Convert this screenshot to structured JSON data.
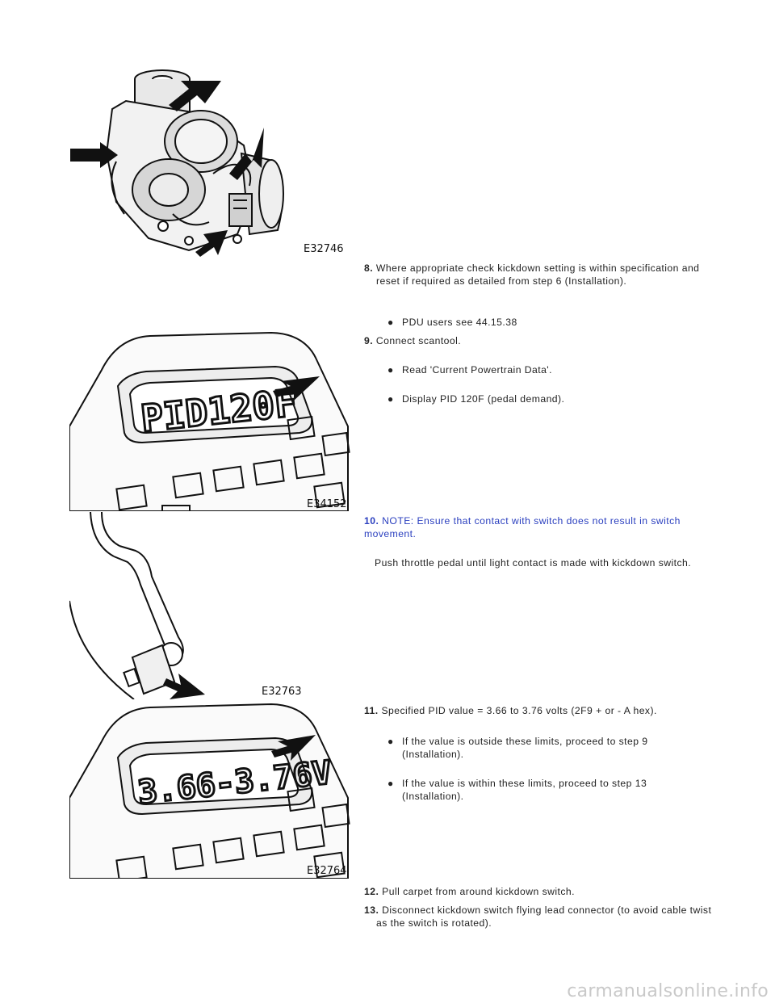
{
  "figures": [
    {
      "label": "E32746",
      "description_icon": "throttle-body-illustration"
    },
    {
      "label": "E34152",
      "display_text": "PID120F",
      "description_icon": "scantool-display-illustration"
    },
    {
      "label": "E32763",
      "description_icon": "pedal-kickdown-illustration"
    },
    {
      "label": "E32764",
      "display_text": "3.66-3.76V",
      "description_icon": "scantool-display-illustration"
    }
  ],
  "steps": [
    {
      "num": "8.",
      "text": "Where appropriate check kickdown setting is within specification and reset if required as detailed from step 6 (Installation).",
      "bullets": [
        "PDU users see 44.15.38"
      ]
    },
    {
      "num": "9.",
      "text": "Connect scantool.",
      "bullets": [
        "Read 'Current Powertrain Data'.",
        "Display PID 120F (pedal demand)."
      ]
    },
    {
      "num": "10.",
      "note": "NOTE: Ensure that contact with switch does not result in switch movement.",
      "para": "Push throttle pedal until light contact is made with kickdown switch."
    },
    {
      "num": "11.",
      "text": "Specified PID value = 3.66 to 3.76 volts (2F9 + or - A hex).",
      "bullets": [
        "If the value is outside these limits, proceed to step 9 (Installation).",
        "If the value is within these limits, proceed to step 13 (Installation)."
      ]
    },
    {
      "num": "12.",
      "text": "Pull carpet from around kickdown switch."
    },
    {
      "num": "13.",
      "text": "Disconnect kickdown switch flying lead connector (to avoid cable twist as the switch is rotated)."
    }
  ],
  "footer": "carmanualsonline.info",
  "colors": {
    "note": "#2a3fbf",
    "text": "#222222",
    "footer": "#c9c9c9"
  }
}
